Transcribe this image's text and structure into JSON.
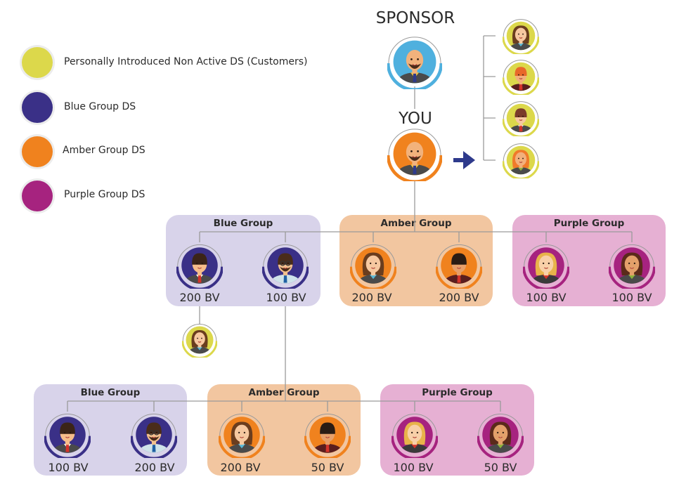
{
  "legend": [
    {
      "label": "Personally Introduced Non Active DS (Customers)",
      "color": "#dcd84b"
    },
    {
      "label": "Blue Group DS",
      "color": "#3a3087"
    },
    {
      "label": "Amber Group DS",
      "color": "#f0821e"
    },
    {
      "label": "Purple Group DS",
      "color": "#a6237f"
    }
  ],
  "sponsor": {
    "label": "SPONSOR",
    "color": "#4fb0de"
  },
  "you": {
    "label": "YOU",
    "color": "#f0821e"
  },
  "customers": [
    {
      "avatar": "woman-curly-hair"
    },
    {
      "avatar": "man-red-hair"
    },
    {
      "avatar": "man-brown-hair"
    },
    {
      "avatar": "woman-orange-hair"
    }
  ],
  "level1": {
    "groups": [
      {
        "title": "Blue Group",
        "box_color": "#d8d3ea",
        "ring_color": "#3a3087",
        "members": [
          {
            "bv": "200 BV",
            "avatar": "man-young"
          },
          {
            "bv": "100 BV",
            "avatar": "man-beard-glasses"
          }
        ]
      },
      {
        "title": "Amber Group",
        "box_color": "#f2c6a0",
        "ring_color": "#f0821e",
        "members": [
          {
            "bv": "200 BV",
            "avatar": "woman-curly-hair"
          },
          {
            "bv": "200 BV",
            "avatar": "man-dark-shirt"
          }
        ]
      },
      {
        "title": "Purple Group",
        "box_color": "#e6b0d3",
        "ring_color": "#a6237f",
        "members": [
          {
            "bv": "100 BV",
            "avatar": "woman-blonde"
          },
          {
            "bv": "100 BV",
            "avatar": "woman-brunette"
          }
        ]
      }
    ],
    "customer": {
      "avatar": "woman-curly-hair"
    }
  },
  "level2": {
    "groups": [
      {
        "title": "Blue Group",
        "box_color": "#d8d3ea",
        "ring_color": "#3a3087",
        "members": [
          {
            "bv": "100 BV",
            "avatar": "man-young"
          },
          {
            "bv": "200 BV",
            "avatar": "man-beard-glasses"
          }
        ]
      },
      {
        "title": "Amber Group",
        "box_color": "#f2c6a0",
        "ring_color": "#f0821e",
        "members": [
          {
            "bv": "200 BV",
            "avatar": "woman-curly-hair"
          },
          {
            "bv": "50 BV",
            "avatar": "man-dark-shirt"
          }
        ]
      },
      {
        "title": "Purple Group",
        "box_color": "#e6b0d3",
        "ring_color": "#a6237f",
        "members": [
          {
            "bv": "100 BV",
            "avatar": "woman-blonde"
          },
          {
            "bv": "50 BV",
            "avatar": "woman-brunette"
          }
        ]
      }
    ]
  },
  "colors": {
    "customer_ring": "#dcd84b",
    "connector": "#9a9a9a",
    "arrow": "#2e3a8c"
  }
}
